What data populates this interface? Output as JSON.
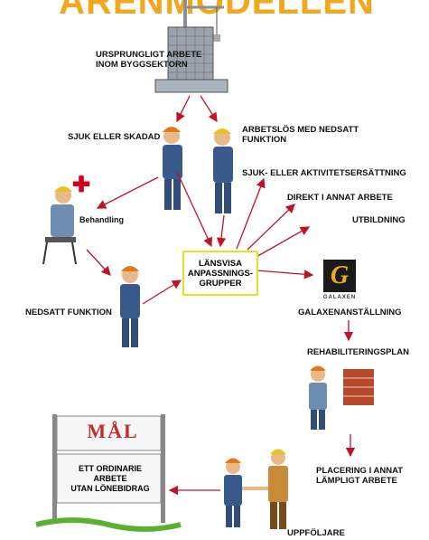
{
  "title": "ARENMODELLEN",
  "labels": {
    "origin": "URSPRUNGLIGT ARBETE\nINOM BYGGSEKTORN",
    "sick": "SJUK ELLER SKADAD",
    "unemployed": "ARBETSLÖS MED NEDSATT\nFUNKTION",
    "treatment": "Behandling",
    "reduced": "NEDSATT FUNKTION",
    "benefit": "SJUK- ELLER AKTIVITETSERSÄTTNING",
    "direct": "DIREKT I ANNAT ARBETE",
    "education": "UTBILDNING",
    "hub_line1": "LÄNSVISA",
    "hub_line2": "ANPASSNINGS-",
    "hub_line3": "GRUPPER",
    "logo_mark": "G",
    "logo_name": "GALAXEN",
    "galaxen": "GALAXENANSTÄLLNING",
    "rehab": "REHABILITERINGSPLAN",
    "placement": "PLACERING I ANNAT\nLÄMPLIGT ARBETE",
    "followup": "UPPFÖLJARE",
    "goal_title": "MÅL",
    "goal_text": "ETT ORDINARIE\nARBETE\nUTAN LÖNEBIDRAG"
  },
  "colors": {
    "arrow": "#c0132a",
    "hub_border": "#e6df2d",
    "title": "#f2a81d",
    "worker_coat": "#3b5a8c",
    "helmet_orange": "#e07a1f",
    "helmet_yellow": "#e8c21e",
    "skin": "#e9b98a"
  },
  "icons": [
    "crane-building-icon",
    "worker-icon",
    "plus-cross-icon",
    "galaxen-logo-icon",
    "brick-wall-icon",
    "handshake-icon",
    "goal-sign-icon"
  ]
}
